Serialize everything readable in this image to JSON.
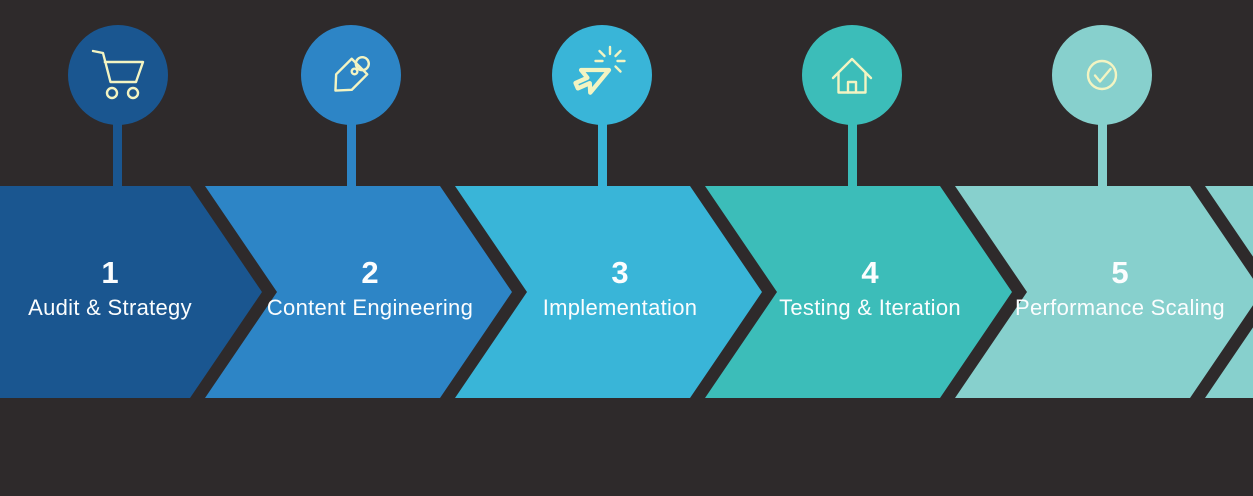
{
  "theme": {
    "background": "#2e2a2b",
    "icon_stroke": "#f3f4c2",
    "text_color": "#fbfdfe"
  },
  "diagram": {
    "type": "process-chevron",
    "steps": [
      {
        "number": "1",
        "label": "Audit & Strategy",
        "color": "#1a5690",
        "icon": "shopping-cart"
      },
      {
        "number": "2",
        "label": "Content Engineering",
        "color": "#2d85c6",
        "icon": "price-tag"
      },
      {
        "number": "3",
        "label": "Implementation",
        "color": "#39b5d8",
        "icon": "cursor-click"
      },
      {
        "number": "4",
        "label": "Testing & Iteration",
        "color": "#3cbdb9",
        "icon": "home"
      },
      {
        "number": "5",
        "label": "Performance Scaling",
        "color": "#87d0cd",
        "icon": "check-circle"
      }
    ],
    "partial_next": {
      "color": "#87d0cd"
    }
  }
}
